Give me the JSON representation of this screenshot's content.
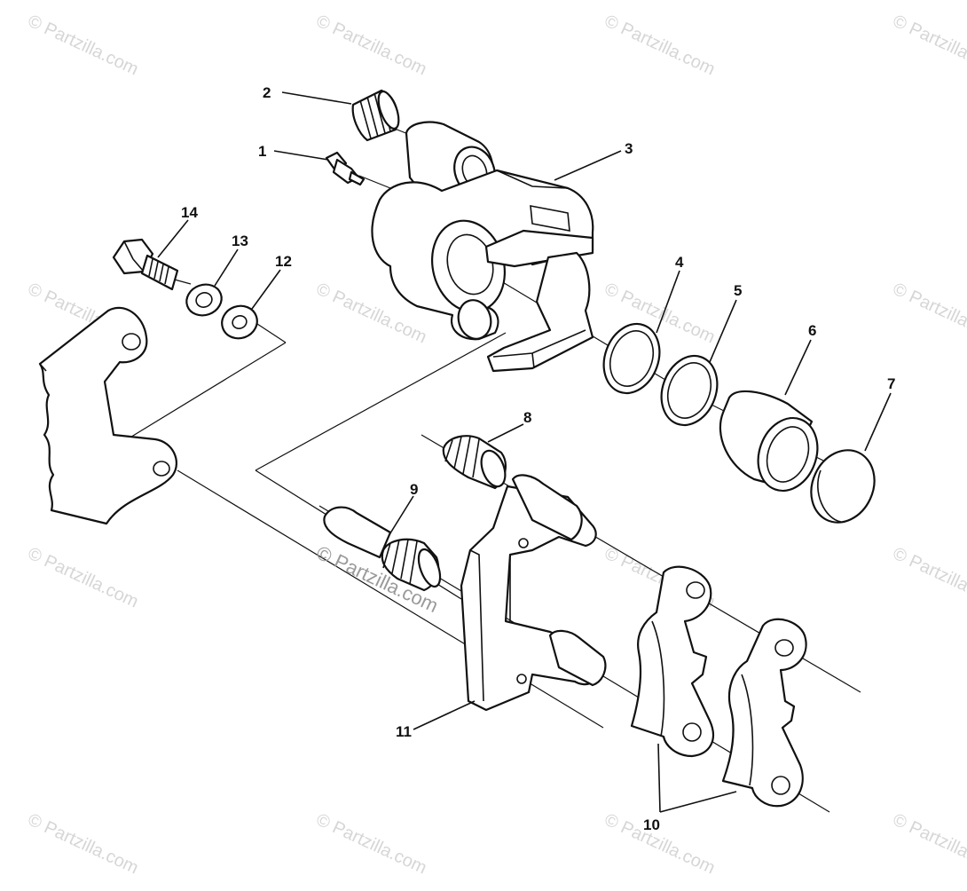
{
  "watermark": {
    "text": "© Partzilla.com",
    "center_text": "© Partzilla.com"
  },
  "callouts": {
    "c1": "1",
    "c2": "2",
    "c3": "3",
    "c4": "4",
    "c5": "5",
    "c6": "6",
    "c7": "7",
    "c8": "8",
    "c9": "9",
    "c10": "10",
    "c11": "11",
    "c12": "12",
    "c13": "13",
    "c14": "14"
  }
}
